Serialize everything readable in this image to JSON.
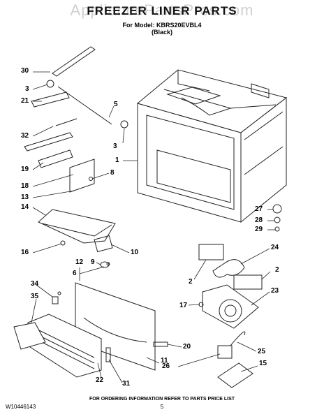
{
  "header": {
    "watermark": "AppliancePartsPros.com",
    "title": "FREEZER LINER PARTS",
    "model": "For Model: KBRS20EVBL4",
    "color": "(Black)"
  },
  "callouts": [
    "30",
    "3",
    "21",
    "5",
    "32",
    "3",
    "19",
    "18",
    "13",
    "8",
    "1",
    "14",
    "16",
    "10",
    "9",
    "12",
    "6",
    "34",
    "35",
    "22",
    "31",
    "11",
    "20",
    "26",
    "25",
    "15",
    "2",
    "24",
    "2",
    "23",
    "17",
    "27",
    "28",
    "29"
  ],
  "footer": {
    "doc_number": "W10446143",
    "page": "5",
    "note": "FOR ORDERING INFORMATION REFER TO PARTS PRICE LIST"
  }
}
